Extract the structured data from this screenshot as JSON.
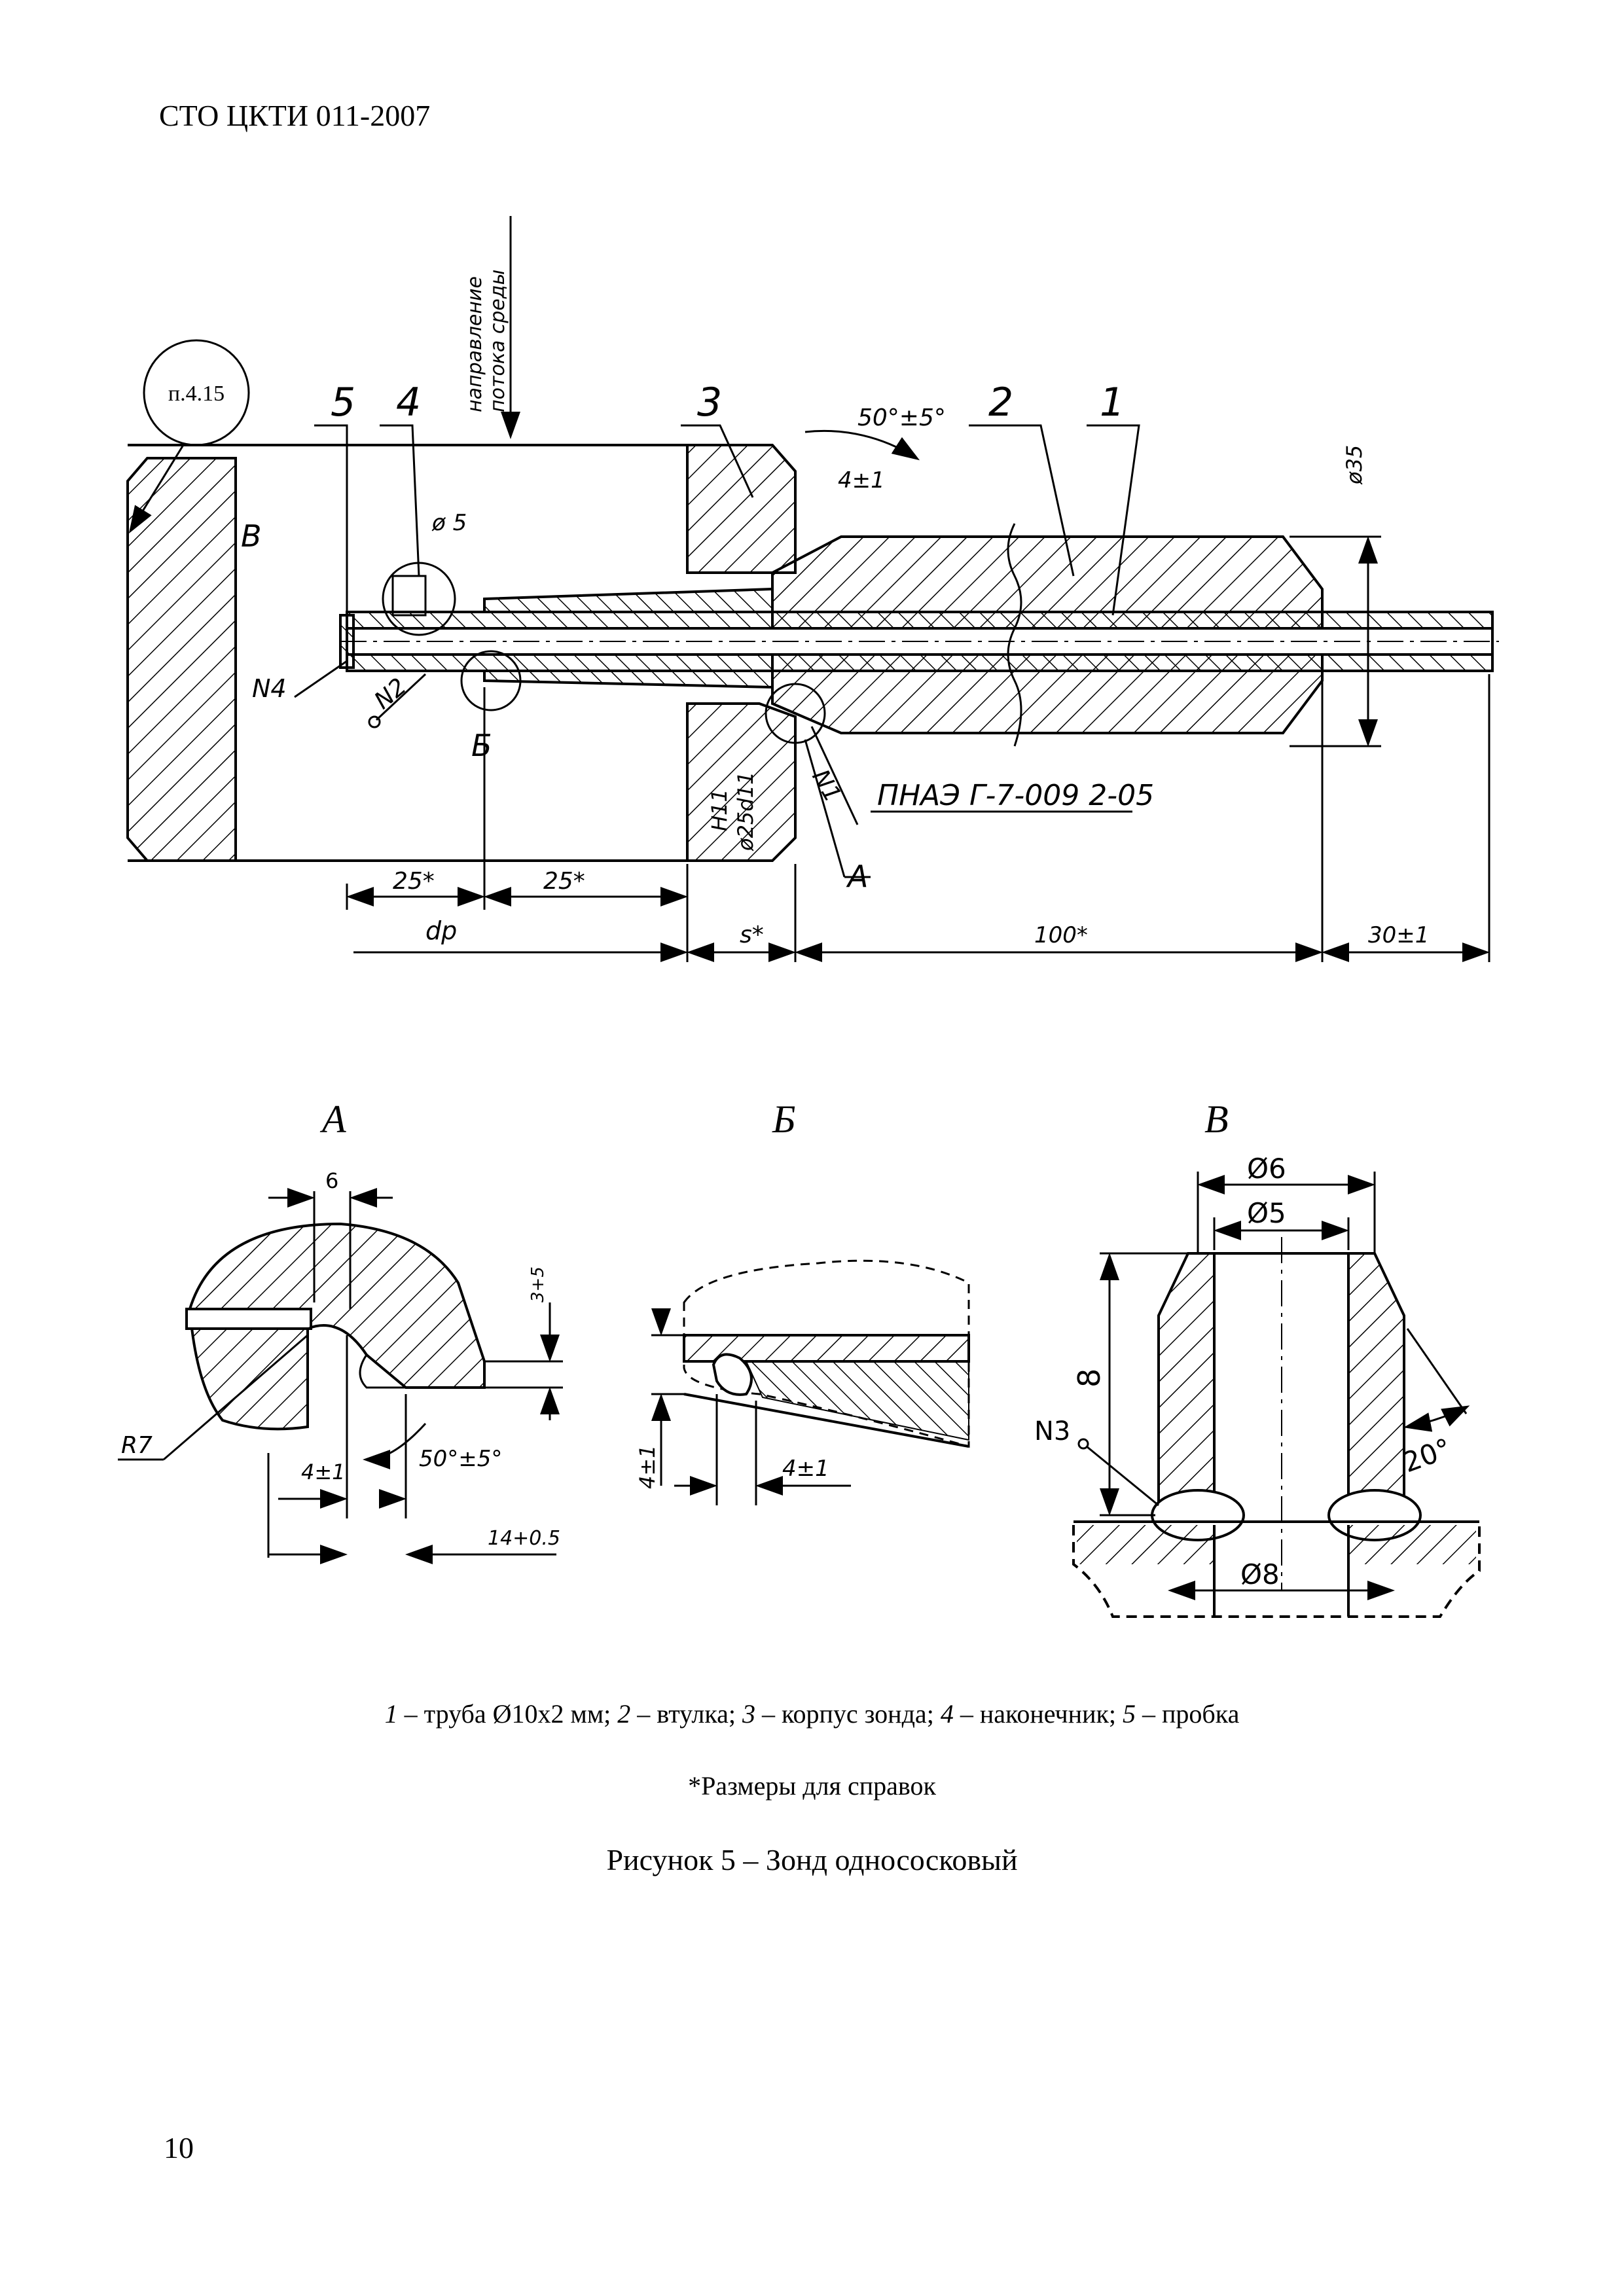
{
  "header": {
    "doc_code": "СТО ЦКТИ 011-2007"
  },
  "page_number": "10",
  "drawing": {
    "ref_bubble": "п.4.15",
    "flow_label_line1": "направление",
    "flow_label_line2": "потока среды",
    "callout_1": "1",
    "callout_2": "2",
    "callout_3": "3",
    "callout_4": "4",
    "callout_5": "5",
    "callout_B": "В",
    "callout_Bsec": "Б",
    "callout_A": "А",
    "weld_N1": "N1",
    "weld_N2": "N2",
    "weld_N4": "N4",
    "dim_angle": "50°±5°",
    "dim_4pm1": "4±1",
    "dim_d5": "ø 5",
    "dim_d35": "ø35",
    "dim_fit_H11": "H11",
    "dim_fit_d25": "ø25d11",
    "dim_25a": "25*",
    "dim_25b": "25*",
    "dim_dp": "dр",
    "dim_s": "s*",
    "dim_100": "100*",
    "dim_30": "30±1",
    "weld_standard": "ПНАЭ Г-7-009  2-05"
  },
  "detail_A": {
    "title": "А",
    "dim_6": "6",
    "dim_3": "3+5",
    "dim_R7": "R7",
    "dim_4pm1": "4±1",
    "dim_angle": "50°±5°",
    "dim_14": "14+0.5"
  },
  "detail_B": {
    "title": "Б",
    "dim_4pm1_v": "4±1",
    "dim_4pm1_h": "4±1"
  },
  "detail_V": {
    "title": "В",
    "dim_d6": "Ø6",
    "dim_d5": "Ø5",
    "dim_8": "8",
    "weld_N3": "N3",
    "dim_20": "20°",
    "dim_d8": "Ø8"
  },
  "legend": {
    "n1": "1",
    "t1": " – труба Ø10х2 мм; ",
    "n2": "2",
    "t2": " – втулка; ",
    "n3": "3",
    "t3": " – корпус зонда; ",
    "n4": "4",
    "t4": " – наконечник; ",
    "n5": "5",
    "t5": " – пробка"
  },
  "reference_note": "*Размеры для справок",
  "figure_caption": "Рисунок 5 – Зонд однососковый"
}
